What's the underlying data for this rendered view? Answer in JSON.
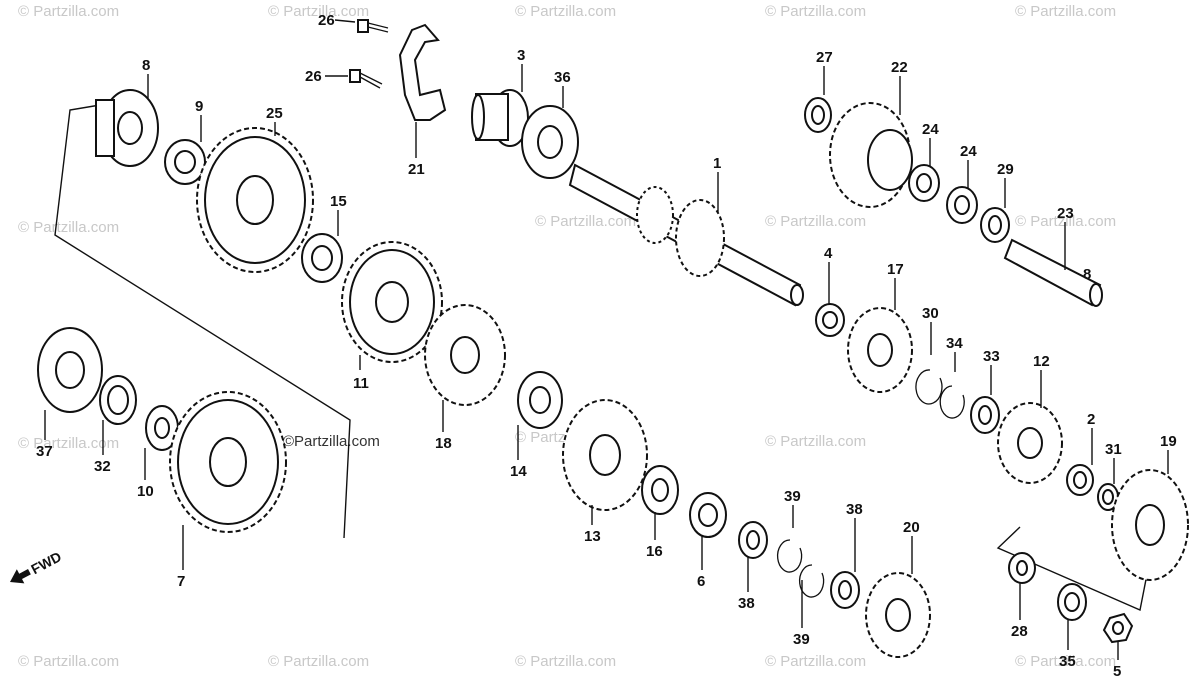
{
  "diagram": {
    "watermark_text": "© Partzilla.com",
    "center_watermark": "©Partzilla.com",
    "fwd_label": "FWD"
  },
  "parts": [
    {
      "id": "p1",
      "label": "1",
      "icon": "main-shaft-icon"
    },
    {
      "id": "p2",
      "label": "2",
      "icon": "bushing-icon"
    },
    {
      "id": "p3",
      "label": "3",
      "icon": "shaft-end-icon"
    },
    {
      "id": "p4",
      "label": "4",
      "icon": "bushing-icon"
    },
    {
      "id": "p5",
      "label": "5",
      "icon": "nut-icon"
    },
    {
      "id": "p6",
      "label": "6",
      "icon": "bushing-icon"
    },
    {
      "id": "p7",
      "label": "7",
      "icon": "gear-icon"
    },
    {
      "id": "p8a",
      "label": "8",
      "icon": "gear-hub-icon"
    },
    {
      "id": "p8b",
      "label": "8",
      "icon": "shaft-mark-icon"
    },
    {
      "id": "p9",
      "label": "9",
      "icon": "bushing-icon"
    },
    {
      "id": "p10",
      "label": "10",
      "icon": "bushing-icon"
    },
    {
      "id": "p11",
      "label": "11",
      "icon": "gear-icon"
    },
    {
      "id": "p12",
      "label": "12",
      "icon": "gear-icon"
    },
    {
      "id": "p13",
      "label": "13",
      "icon": "gear-icon"
    },
    {
      "id": "p14",
      "label": "14",
      "icon": "bushing-icon"
    },
    {
      "id": "p15",
      "label": "15",
      "icon": "bushing-icon"
    },
    {
      "id": "p16",
      "label": "16",
      "icon": "bushing-icon"
    },
    {
      "id": "p17",
      "label": "17",
      "icon": "gear-icon"
    },
    {
      "id": "p18",
      "label": "18",
      "icon": "gear-icon"
    },
    {
      "id": "p19",
      "label": "19",
      "icon": "gear-icon"
    },
    {
      "id": "p20",
      "label": "20",
      "icon": "gear-icon"
    },
    {
      "id": "p21",
      "label": "21",
      "icon": "bracket-icon"
    },
    {
      "id": "p22",
      "label": "22",
      "icon": "gear-icon"
    },
    {
      "id": "p23",
      "label": "23",
      "icon": "shaft-icon"
    },
    {
      "id": "p24a",
      "label": "24",
      "icon": "bushing-icon"
    },
    {
      "id": "p24b",
      "label": "24",
      "icon": "bushing-icon"
    },
    {
      "id": "p25",
      "label": "25",
      "icon": "gear-icon"
    },
    {
      "id": "p26a",
      "label": "26",
      "icon": "bolt-icon"
    },
    {
      "id": "p26b",
      "label": "26",
      "icon": "bolt-icon"
    },
    {
      "id": "p27",
      "label": "27",
      "icon": "washer-icon"
    },
    {
      "id": "p28",
      "label": "28",
      "icon": "washer-icon"
    },
    {
      "id": "p29",
      "label": "29",
      "icon": "washer-icon"
    },
    {
      "id": "p30",
      "label": "30",
      "icon": "circlip-icon"
    },
    {
      "id": "p31",
      "label": "31",
      "icon": "washer-icon"
    },
    {
      "id": "p32",
      "label": "32",
      "icon": "washer-icon"
    },
    {
      "id": "p33",
      "label": "33",
      "icon": "washer-icon"
    },
    {
      "id": "p34",
      "label": "34",
      "icon": "circlip-icon"
    },
    {
      "id": "p35",
      "label": "35",
      "icon": "needle-bearing-icon"
    },
    {
      "id": "p36",
      "label": "36",
      "icon": "bearing-icon"
    },
    {
      "id": "p37",
      "label": "37",
      "icon": "bearing-icon"
    },
    {
      "id": "p38a",
      "label": "38",
      "icon": "washer-icon"
    },
    {
      "id": "p38b",
      "label": "38",
      "icon": "washer-icon"
    },
    {
      "id": "p39a",
      "label": "39",
      "icon": "circlip-icon"
    },
    {
      "id": "p39b",
      "label": "39",
      "icon": "circlip-icon"
    }
  ]
}
